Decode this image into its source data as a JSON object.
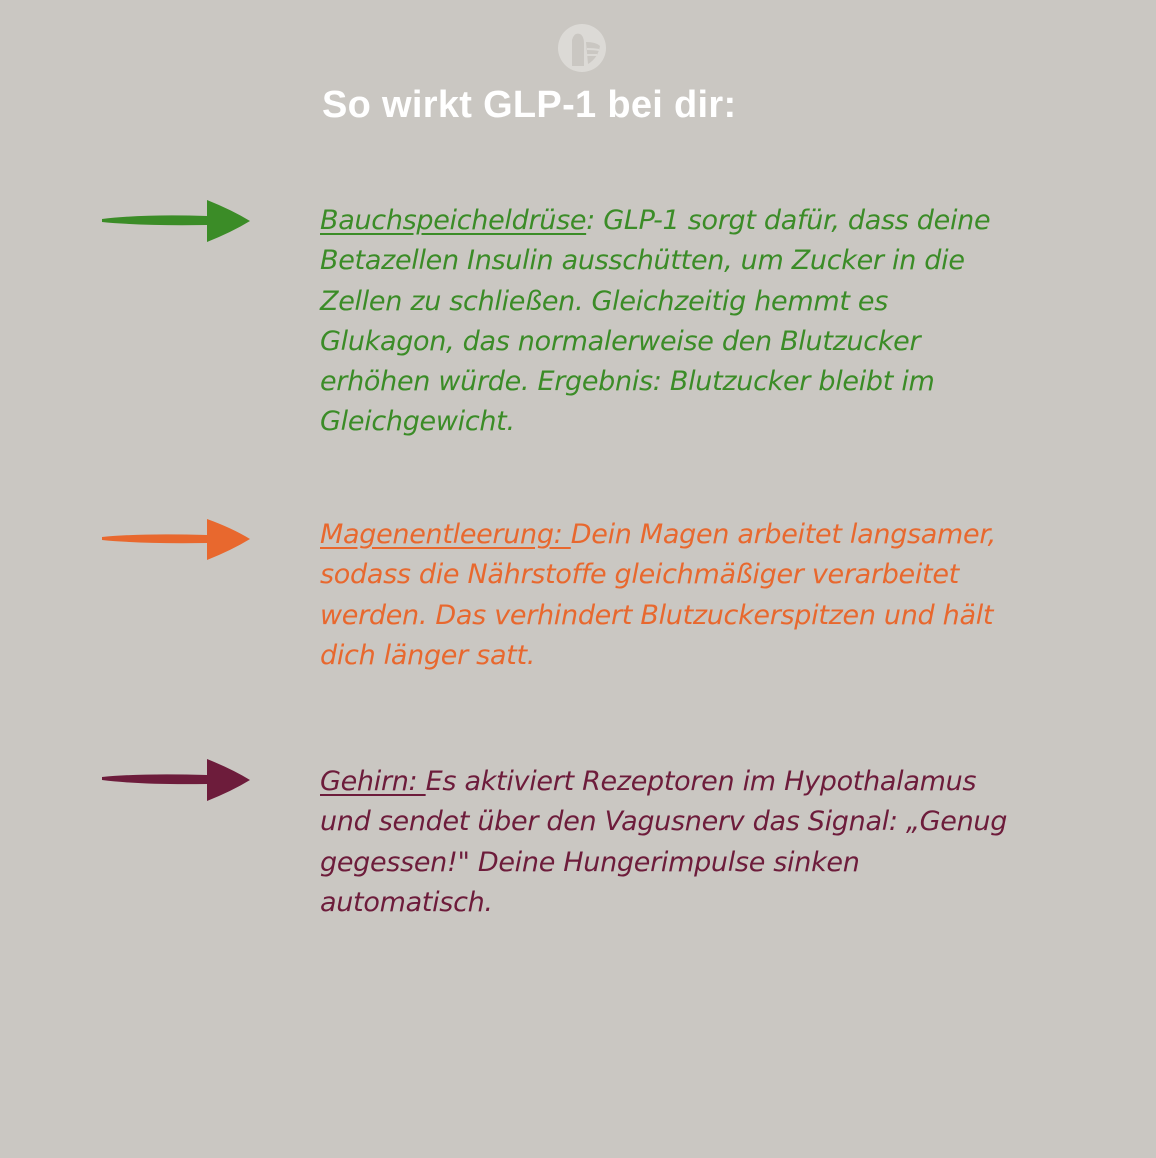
{
  "title": "So wirkt GLP-1 bei dir:",
  "colors": {
    "background": "#cac7c2",
    "green": "#3b8c27",
    "orange": "#e8682e",
    "maroon": "#6d1c3b"
  },
  "logo": {
    "icon": "tooth-logo-icon"
  },
  "sections": [
    {
      "heading": "Bauchspeicheldrüse",
      "text": ": GLP-1 sorgt dafür, dass deine Betazellen Insulin ausschütten, um Zucker in die Zellen zu schließen. Gleichzeitig hemmt es Glukagon, das normalerweise den Blutzucker erhöhen würde. Ergebnis: Blutzucker bleibt im Gleichgewicht.",
      "icon": "arrow-right-icon"
    },
    {
      "heading": "Magenentleerung: ",
      "text": "Dein Magen arbeitet langsamer, sodass die Nährstoffe gleichmäßiger verarbeitet werden. Das verhindert Blutzuckerspitzen und hält dich länger satt.",
      "icon": "arrow-right-icon"
    },
    {
      "heading": "Gehirn: ",
      "text": "Es aktiviert Rezeptoren im Hypothalamus und sendet über den Vagusnerv das Signal: „Genug gegessen!\" Deine Hungerimpulse sinken automatisch.",
      "icon": "arrow-right-icon"
    }
  ]
}
